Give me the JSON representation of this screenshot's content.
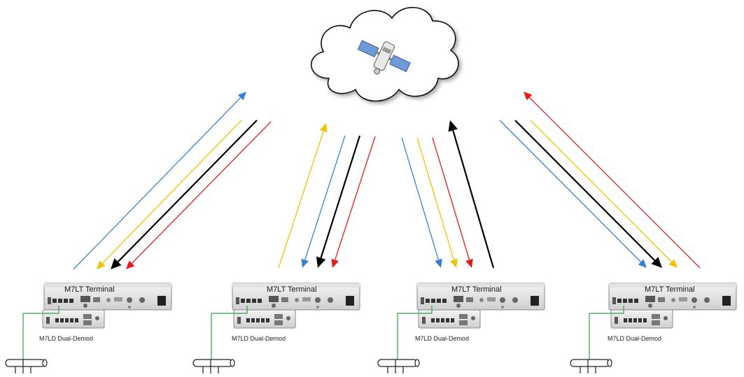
{
  "colors": {
    "blue": "#3a7fd5",
    "yellow": "#f2c200",
    "black": "#000000",
    "red": "#e31b1b",
    "cable": "#2aa04a",
    "satellite_panel": "#6f9ad8"
  },
  "icons": {
    "cloud": "cloud-icon",
    "satellite": "satellite-icon",
    "network": "network-bus-icon"
  },
  "sites": [
    {
      "terminal_label": "M7LT Terminal",
      "demod_label": "M7LD Dual-Demod"
    },
    {
      "terminal_label": "M7LT Terminal",
      "demod_label": "M7LD Dual-Demod"
    },
    {
      "terminal_label": "M7LT Terminal",
      "demod_label": "M7LD Dual-Demod"
    },
    {
      "terminal_label": "M7LT Terminal",
      "demod_label": "M7LD Dual-Demod"
    }
  ]
}
